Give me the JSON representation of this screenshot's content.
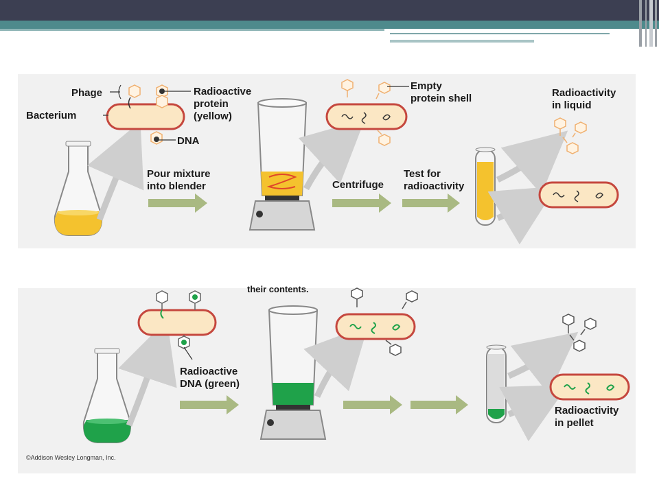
{
  "top_experiment": {
    "labels": {
      "phage": "Phage",
      "bacterium": "Bacterium",
      "radioactive_protein": [
        "Radioactive",
        "protein",
        "(yellow)"
      ],
      "dna": "DNA",
      "pour_mixture": [
        "Pour mixture",
        "into blender"
      ],
      "empty_shell": [
        "Empty",
        "protein shell"
      ],
      "centrifuge": "Centrifuge",
      "test_radioactivity": [
        "Test for",
        "radioactivity"
      ],
      "radioactivity_liquid": [
        "Radioactivity",
        "in liquid"
      ]
    }
  },
  "bottom_experiment": {
    "labels": {
      "partial_caption": "their contents.",
      "radioactive_dna": [
        "Radioactive",
        "DNA (green)"
      ],
      "radioactivity_pellet": [
        "Radioactivity",
        "in pellet"
      ]
    }
  },
  "copyright": "©Addison Wesley Longman, Inc.",
  "colors": {
    "yellow_liquid": "#f4c22e",
    "green_liquid": "#1fa24a",
    "cell_fill": "#fbe7c4",
    "cell_border": "#c5473e",
    "arrow_green": "#a9b982",
    "curved_arrow": "#c8c8c8",
    "title_bar": "#3c3f52",
    "teal_band": "#4e8a8c"
  }
}
